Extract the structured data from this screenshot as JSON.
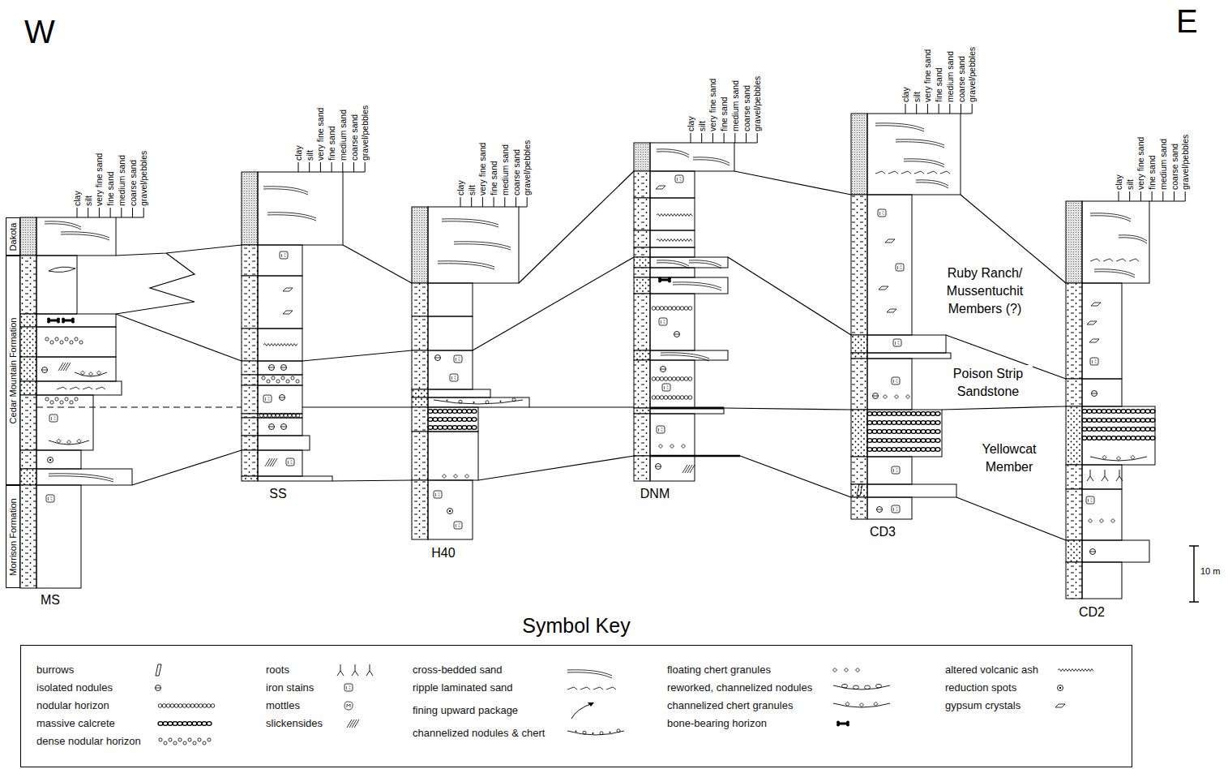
{
  "diagram": {
    "nodes": [
      {
        "text": [
          "Dakota"
        ]
      },
      {
        "text": [
          "Cedar Mountain Formation"
        ]
      },
      {
        "text": [
          "Morrison Formation"
        ]
      },
      {
        "text": [
          "Symbol Key"
        ]
      }
    ],
    "labels": [
      "W",
      "E",
      "clay",
      "silt",
      "very fine sand",
      "fine sand",
      "medium sand",
      "coarse sand",
      "gravel/pebbles",
      "MS",
      "clay",
      "silt",
      "very fine sand",
      "fine sand",
      "medium sand",
      "coarse sand",
      "gravel/pebbles",
      "SS",
      "clay",
      "silt",
      "very fine sand",
      "fine sand",
      "medium sand",
      "coarse sand",
      "gravel/pebbles",
      "H40",
      "clay",
      "silt",
      "very fine sand",
      "fine sand",
      "medium sand",
      "coarse sand",
      "gravel/pebbles",
      "DNM",
      "clay",
      "silt",
      "very fine sand",
      "fine sand",
      "medium sand",
      "coarse sand",
      "gravel/pebbles",
      "CD3",
      "clay",
      "silt",
      "very fine sand",
      "fine sand",
      "medium sand",
      "coarse sand",
      "gravel/pebbles",
      "CD2",
      "Ruby Ranch/ Mussentuchit Members (?)",
      "Poison Strip Sandstone",
      "Yellowcat Member",
      "10 m"
    ],
    "legend": [
      {
        "text": "burrows"
      },
      {
        "text": "isolated nodules"
      },
      {
        "text": "nodular horizon"
      },
      {
        "text": "massive calcrete"
      },
      {
        "text": "dense nodular horizon"
      },
      {
        "text": "roots"
      },
      {
        "text": "iron stains"
      },
      {
        "text": "mottles"
      },
      {
        "text": "slickensides"
      },
      {
        "text": "cross-bedded sand"
      },
      {
        "text": "ripple laminated sand"
      },
      {
        "text": "fining upward package"
      },
      {
        "text": "channelized nodules & chert"
      },
      {
        "text": "floating chert granules"
      },
      {
        "text": "reworked, channelized nodules"
      },
      {
        "text": "channelized chert granules"
      },
      {
        "text": "bone-bearing horizon"
      },
      {
        "text": "altered volcanic ash"
      },
      {
        "text": "reduction spots"
      },
      {
        "text": "gypsum crystals"
      }
    ]
  }
}
